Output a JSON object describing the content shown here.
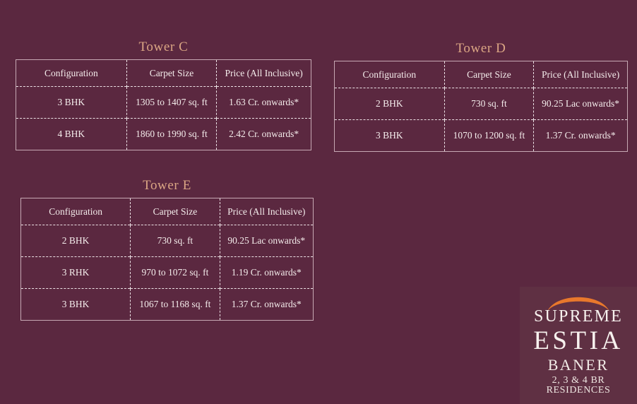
{
  "theme": {
    "background": "#5b2840",
    "panel": "#5f3043",
    "title_color": "#dba684",
    "text_color": "#f4eceb",
    "accent_orange": "#e8782c",
    "border_color": "#c7a9b4"
  },
  "columns": [
    "Configuration",
    "Carpet Size",
    "Price (All Inclusive)"
  ],
  "towers": [
    {
      "id": "tower-c",
      "title": "Tower C",
      "rows": [
        {
          "configuration": "3 BHK",
          "carpet_size": "1305 to 1407 sq. ft",
          "price": "1.63 Cr. onwards*"
        },
        {
          "configuration": "4 BHK",
          "carpet_size": "1860 to 1990 sq. ft",
          "price": "2.42 Cr. onwards*"
        }
      ]
    },
    {
      "id": "tower-d",
      "title": "Tower D",
      "rows": [
        {
          "configuration": "2 BHK",
          "carpet_size": "730 sq. ft",
          "price": "90.25 Lac onwards*"
        },
        {
          "configuration": "3 BHK",
          "carpet_size": "1070 to 1200 sq. ft",
          "price": "1.37 Cr. onwards*"
        }
      ]
    },
    {
      "id": "tower-e",
      "title": "Tower E",
      "rows": [
        {
          "configuration": "2 BHK",
          "carpet_size": "730 sq. ft",
          "price": "90.25 Lac onwards*"
        },
        {
          "configuration": "3 RHK",
          "carpet_size": "970 to 1072 sq. ft",
          "price": "1.19 Cr. onwards*"
        },
        {
          "configuration": "3 BHK",
          "carpet_size": "1067 to 1168 sq. ft",
          "price": "1.37 Cr. onwards*"
        }
      ]
    }
  ],
  "logo": {
    "arc_icon": "orange-arc-icon",
    "brand_line1": "SUPREME",
    "brand_line2": "ESTIA",
    "location": "BANER",
    "tagline": "2, 3 & 4 BR RESIDENCES"
  }
}
